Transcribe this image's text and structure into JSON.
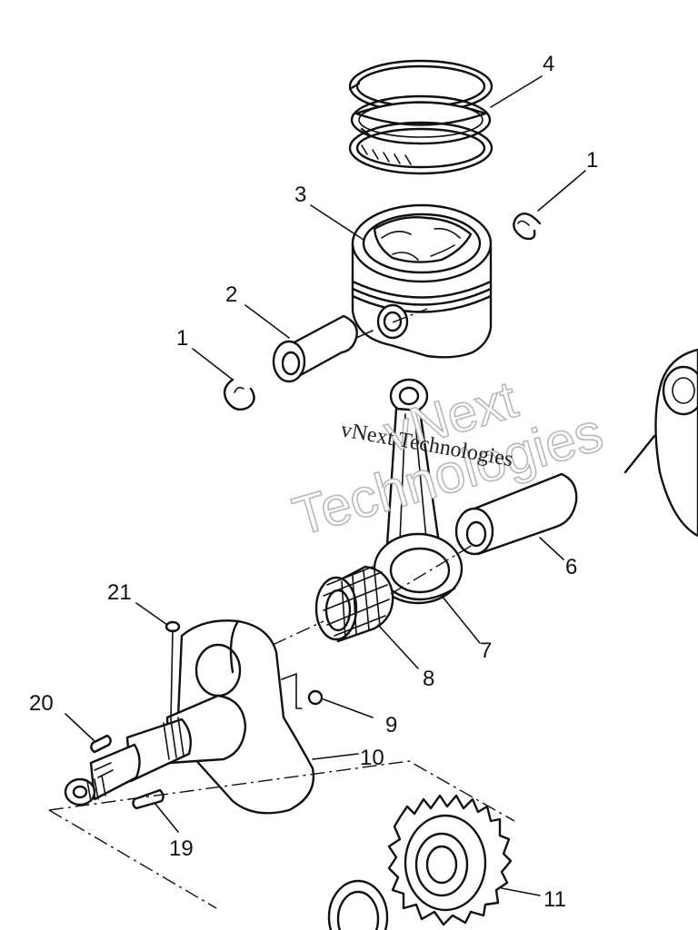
{
  "callouts": [
    {
      "id": "4",
      "part": "piston-rings"
    },
    {
      "id": "1",
      "part": "circlip-right"
    },
    {
      "id": "3",
      "part": "piston"
    },
    {
      "id": "2",
      "part": "piston-pin"
    },
    {
      "id": "1",
      "part": "circlip-left"
    },
    {
      "id": "6",
      "part": "crank-pin"
    },
    {
      "id": "7",
      "part": "connecting-rod"
    },
    {
      "id": "8",
      "part": "needle-bearing"
    },
    {
      "id": "9",
      "part": "ball"
    },
    {
      "id": "10",
      "part": "crankshaft"
    },
    {
      "id": "21",
      "part": "pin"
    },
    {
      "id": "20",
      "part": "key"
    },
    {
      "id": "19",
      "part": "pin"
    },
    {
      "id": "11",
      "part": "gear"
    }
  ],
  "watermark": {
    "large_line1": "vNext",
    "large_line2": "Technologies",
    "small": "vNext Technologies"
  }
}
